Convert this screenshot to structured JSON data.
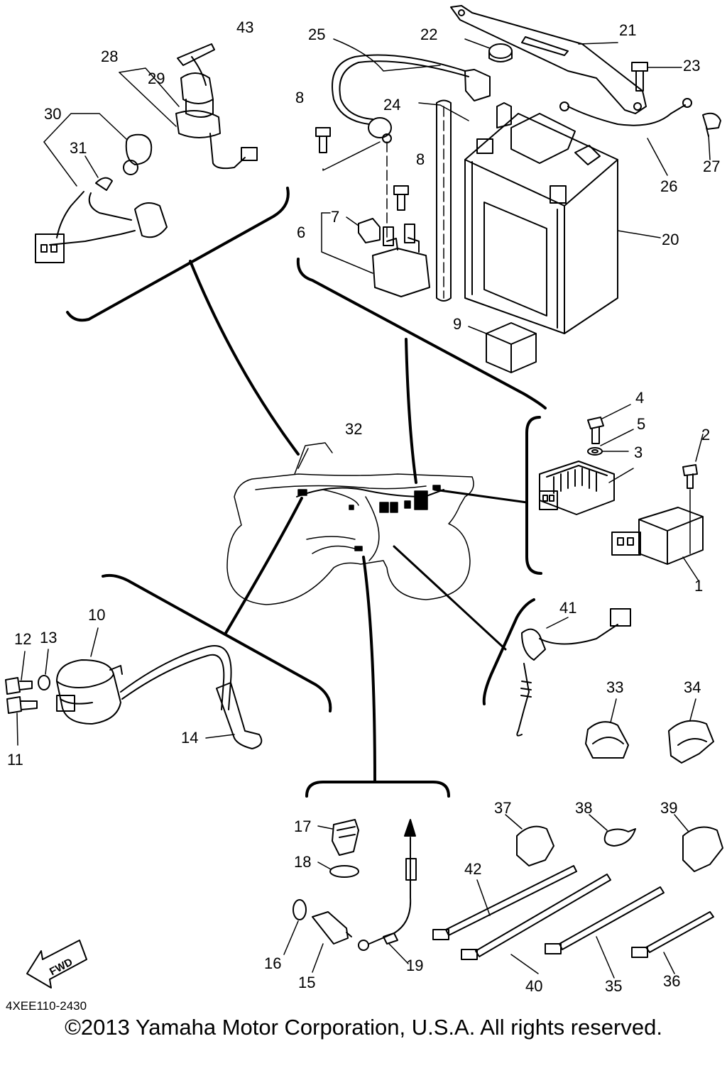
{
  "callouts": {
    "c1": "1",
    "c2": "2",
    "c3": "3",
    "c4": "4",
    "c5": "5",
    "c6": "6",
    "c7": "7",
    "c8a": "8",
    "c8b": "8",
    "c9": "9",
    "c10": "10",
    "c11": "11",
    "c12": "12",
    "c13": "13",
    "c14": "14",
    "c15": "15",
    "c16": "16",
    "c17": "17",
    "c18": "18",
    "c19": "19",
    "c20": "20",
    "c21": "21",
    "c22": "22",
    "c23": "23",
    "c24": "24",
    "c25": "25",
    "c26": "26",
    "c27": "27",
    "c28": "28",
    "c29": "29",
    "c30": "30",
    "c31": "31",
    "c32": "32",
    "c33": "33",
    "c34": "34",
    "c35": "35",
    "c36": "36",
    "c37": "37",
    "c38": "38",
    "c39": "39",
    "c40": "40",
    "c41": "41",
    "c42": "42",
    "c43": "43"
  },
  "fwd_label": "FWD",
  "part_code": "4XEE110-2430",
  "copyright": "©2013 Yamaha Motor Corporation, U.S.A. All rights reserved."
}
